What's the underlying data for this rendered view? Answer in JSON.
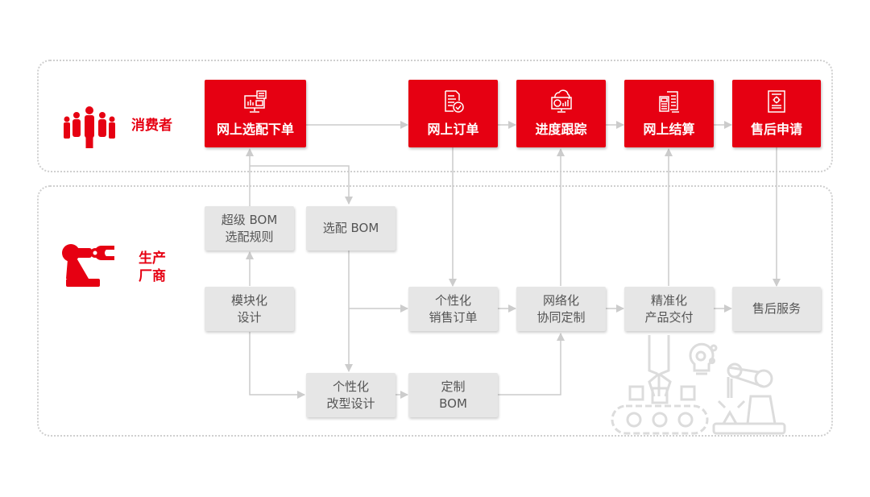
{
  "colors": {
    "brand": "#e60012",
    "box_gray": "#e6e6e6",
    "line_gray": "#cccccc",
    "text_gray": "#555555"
  },
  "consumer": {
    "label": "消费者",
    "icon": "people-group-icon",
    "steps": [
      {
        "label": "网上选配下单",
        "icon": "monitor-chart-icon"
      },
      {
        "label": "网上订单",
        "icon": "document-check-icon"
      },
      {
        "label": "进度跟踪",
        "icon": "cloud-monitor-icon"
      },
      {
        "label": "网上结算",
        "icon": "calculator-invoice-icon"
      },
      {
        "label": "售后申请",
        "icon": "document-bulb-icon"
      }
    ]
  },
  "maker": {
    "label_line1": "生产",
    "label_line2": "厂商",
    "icon": "robot-arm-icon",
    "nodes": {
      "super_bom": "超级 BOM\n选配规则",
      "config_bom": "选配 BOM",
      "modular": "模块化\n设计",
      "sales_order": "个性化\n销售订单",
      "network": "网络化\n协同定制",
      "delivery": "精准化\n产品交付",
      "after_service": "售后服务",
      "redesign": "个性化\n改型设计",
      "custom_bom": "定制\nBOM"
    },
    "illustration": "factory-conveyor-robot-illustration"
  }
}
